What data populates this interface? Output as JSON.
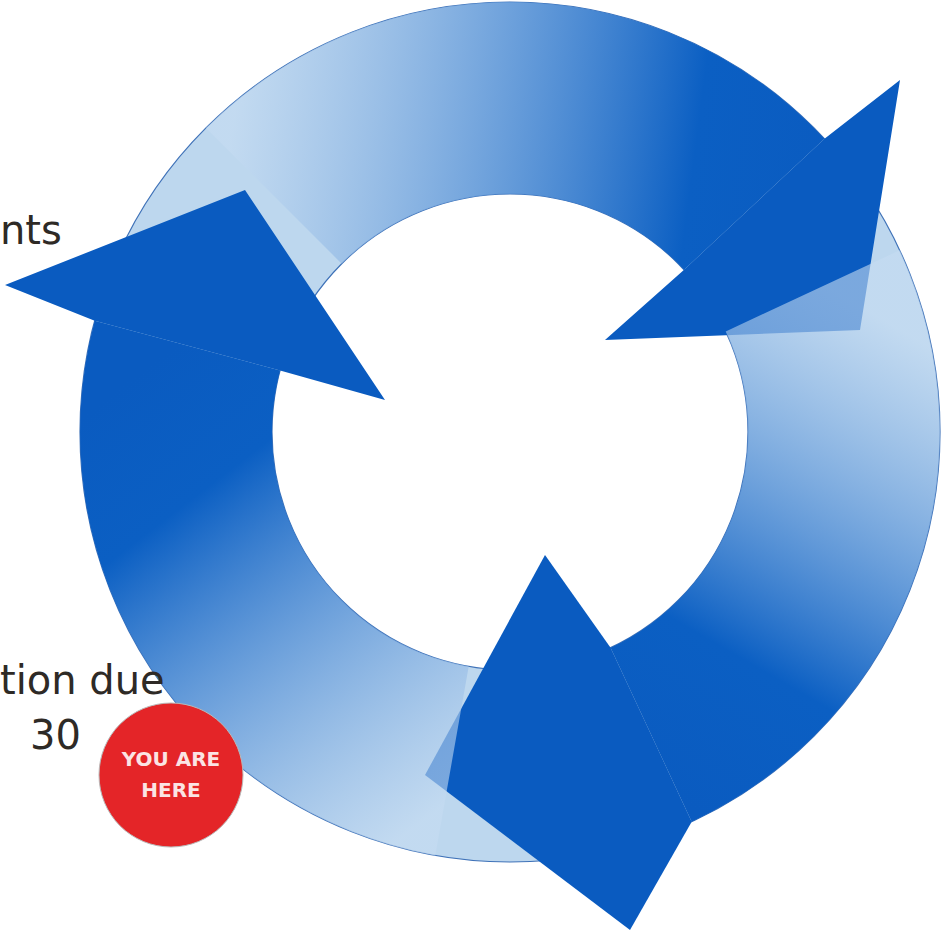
{
  "diagram": {
    "nodes": [
      {
        "text": [
          "YOU ARE HERE"
        ]
      }
    ],
    "labels": [
      "nts",
      "tion due 30"
    ]
  }
}
